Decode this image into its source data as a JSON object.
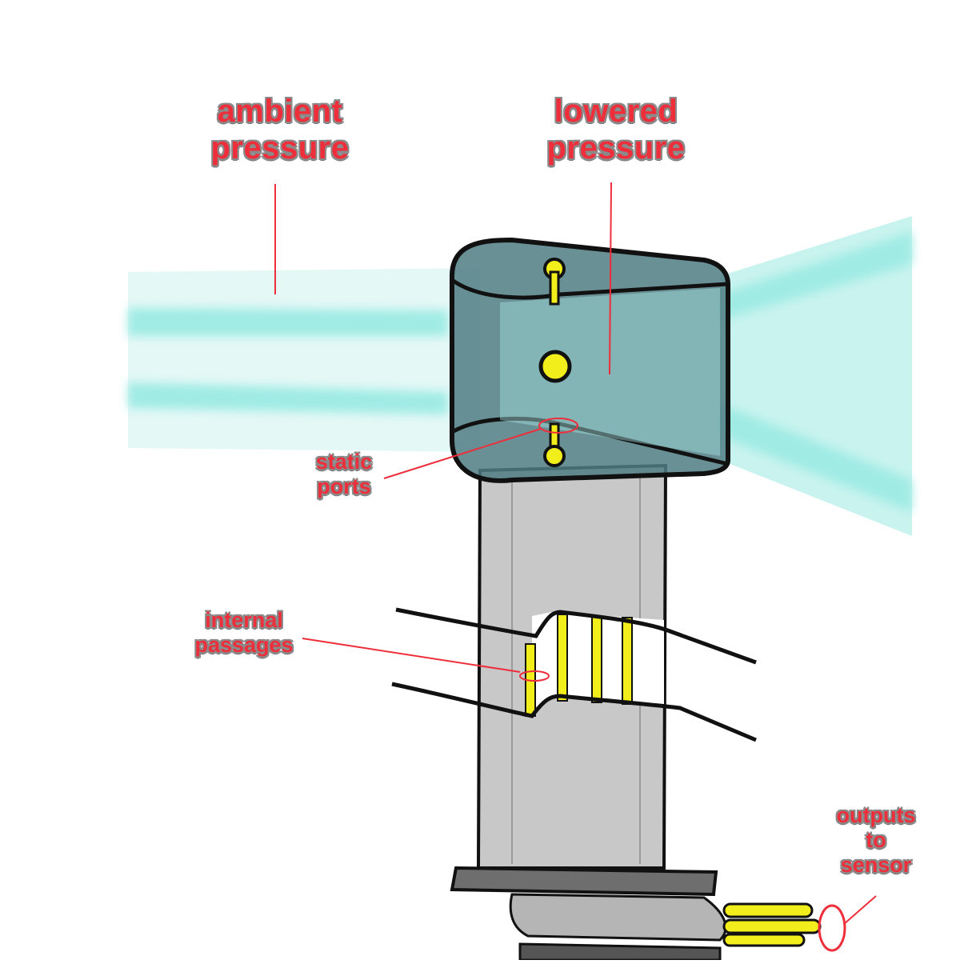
{
  "labels": {
    "ambient": "ambient\npressure",
    "lowered": "lowered\npressure",
    "static_ports": "static\nports",
    "internal_passages": "internal\npassages",
    "outputs": "outputs\nto\nsensor"
  },
  "colors": {
    "label_red": "#ee2e3a",
    "airflow_cyan": "#7fe3dc",
    "probe_gray": "#c4c4c4",
    "head_dark": "#3d5e63",
    "port_yellow": "#f2ee1c",
    "outline": "#111111"
  }
}
